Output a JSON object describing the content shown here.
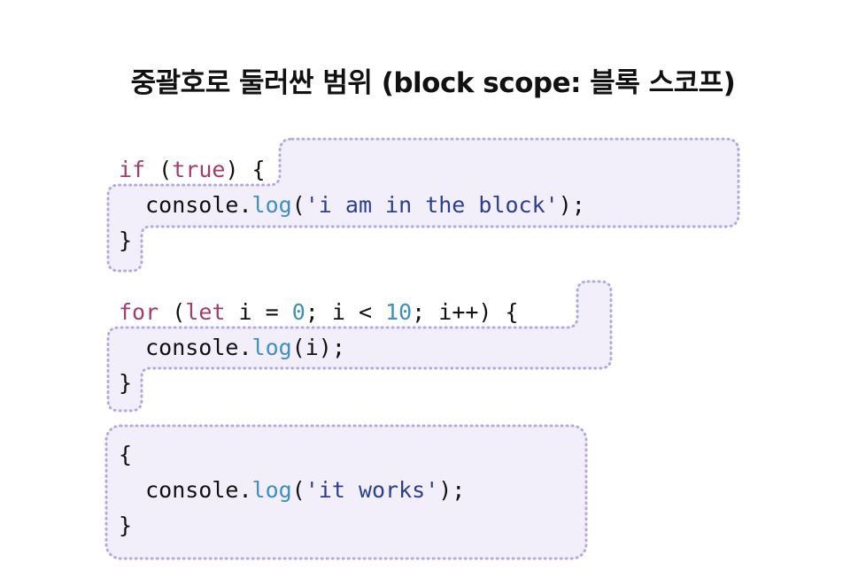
{
  "title": "중괄호로 둘러싼 범위 (block scope: 블록 스코프)",
  "colors": {
    "block_fill": "#f2effa",
    "block_border": "#b5a8e3",
    "keyword": "#a23d6b",
    "function": "#3d8fc4",
    "string": "#2a3f8f",
    "number": "#3d8fc4"
  },
  "examples": [
    {
      "lines": [
        [
          {
            "t": "if",
            "c": "kw"
          },
          {
            "t": " ("
          },
          {
            "t": "true",
            "c": "kw"
          },
          {
            "t": ") {"
          }
        ],
        [
          {
            "t": "  console."
          },
          {
            "t": "log",
            "c": "fn"
          },
          {
            "t": "("
          },
          {
            "t": "'i am in the block'",
            "c": "str"
          },
          {
            "t": ");"
          }
        ],
        [
          {
            "t": "}"
          }
        ]
      ]
    },
    {
      "lines": [
        [
          {
            "t": "for",
            "c": "kw"
          },
          {
            "t": " ("
          },
          {
            "t": "let",
            "c": "kw"
          },
          {
            "t": " i = "
          },
          {
            "t": "0",
            "c": "num"
          },
          {
            "t": "; i < "
          },
          {
            "t": "10",
            "c": "num"
          },
          {
            "t": "; i++) {"
          }
        ],
        [
          {
            "t": "  console."
          },
          {
            "t": "log",
            "c": "fn"
          },
          {
            "t": "(i);"
          }
        ],
        [
          {
            "t": "}"
          }
        ]
      ]
    },
    {
      "lines": [
        [
          {
            "t": "{"
          }
        ],
        [
          {
            "t": "  console."
          },
          {
            "t": "log",
            "c": "fn"
          },
          {
            "t": "("
          },
          {
            "t": "'it works'",
            "c": "str"
          },
          {
            "t": ");"
          }
        ],
        [
          {
            "t": "}"
          }
        ]
      ]
    }
  ]
}
